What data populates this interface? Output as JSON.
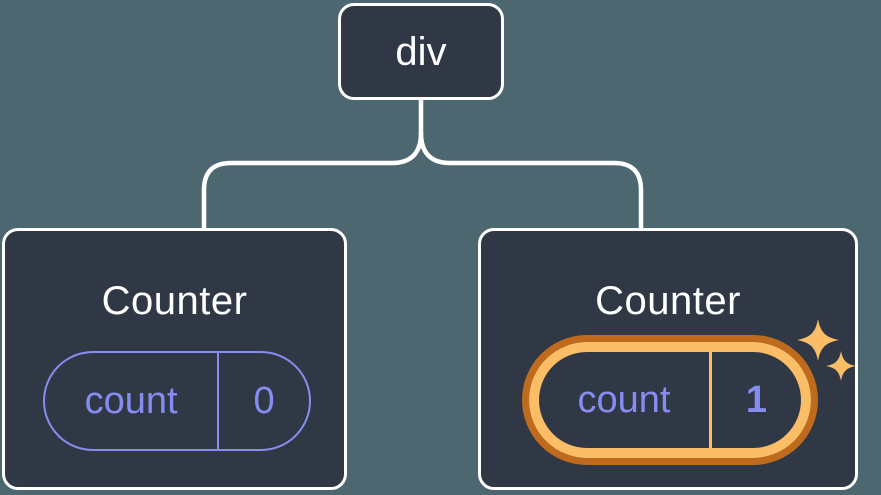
{
  "diagram": {
    "type": "component-tree",
    "root": {
      "label": "div"
    },
    "children": [
      {
        "title": "Counter",
        "state_key": "count",
        "state_value": "0",
        "highlighted": false
      },
      {
        "title": "Counter",
        "state_key": "count",
        "state_value": "1",
        "highlighted": true
      }
    ],
    "icons": [
      {
        "name": "sparkle-icon",
        "variant": "large"
      },
      {
        "name": "sparkle-icon",
        "variant": "small"
      }
    ]
  },
  "colors": {
    "background": "#4c6770",
    "node_fill": "#313845",
    "node_border": "#ffffff",
    "connector": "#ffffff",
    "text_primary": "#ffffff",
    "state_accent": "#868df0",
    "highlight_light": "#fbbd66",
    "highlight_dark": "#c06a1d"
  }
}
